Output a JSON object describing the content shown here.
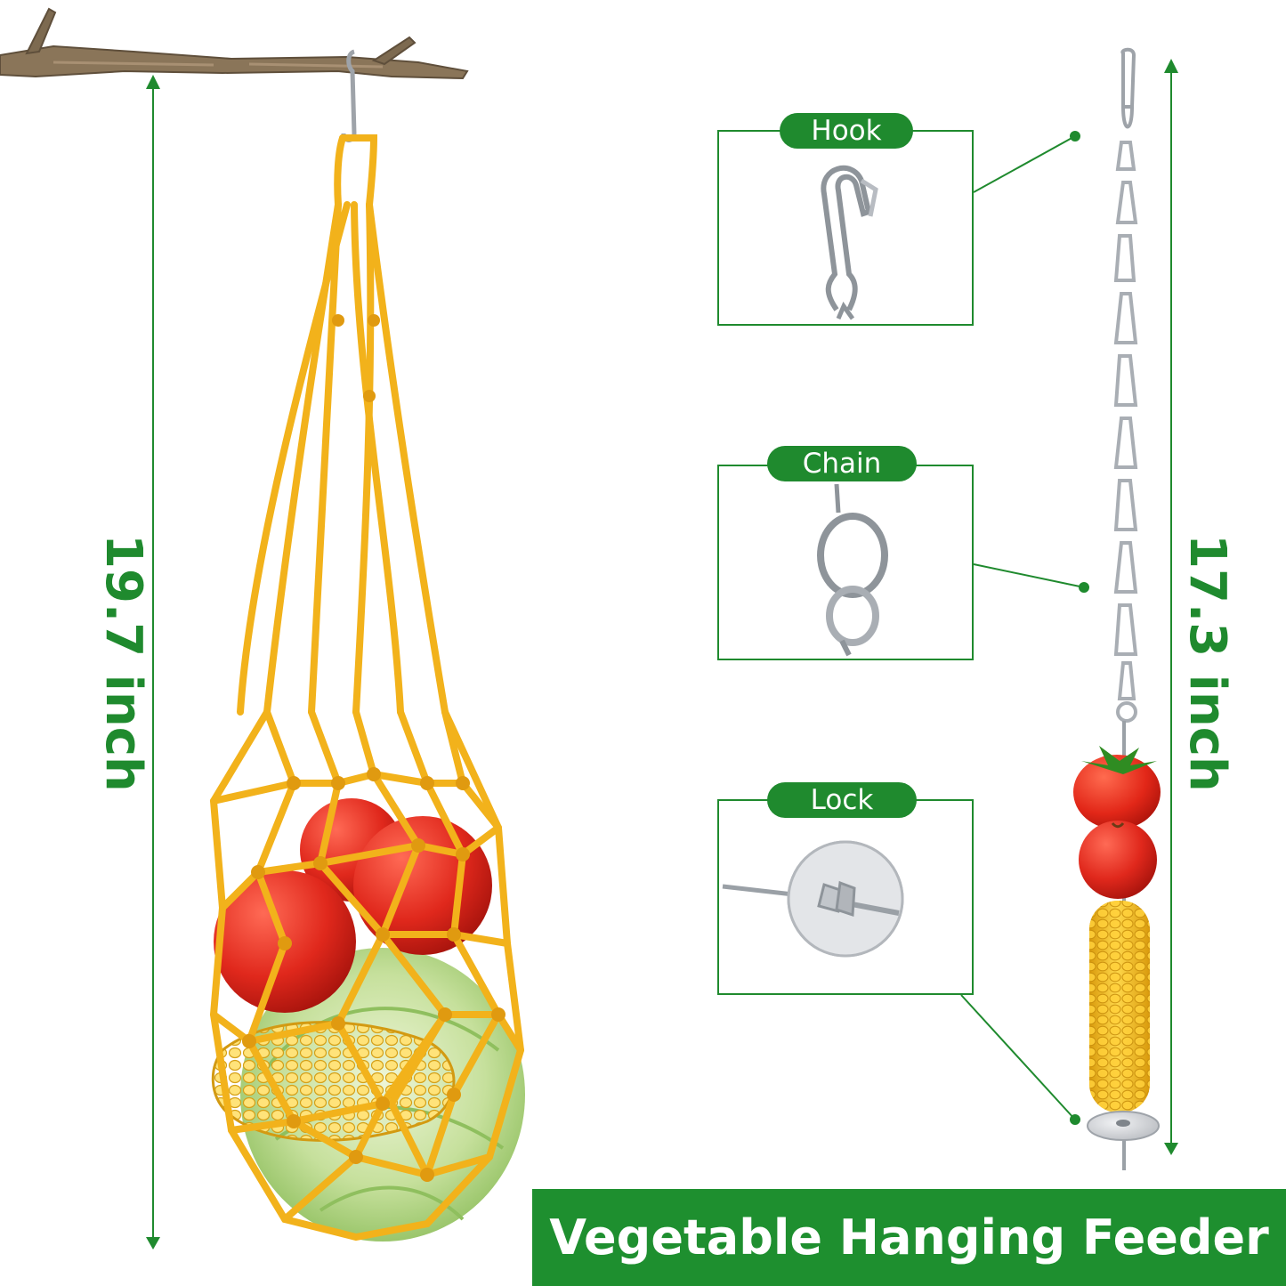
{
  "callouts": {
    "hook": {
      "label": "Hook"
    },
    "chain": {
      "label": "Chain"
    },
    "lock": {
      "label": "Lock"
    }
  },
  "dimensions": {
    "net_length": "19.7 inch",
    "skewer_length": "17.3 inch"
  },
  "banner": {
    "title": "Vegetable Hanging Feeder"
  },
  "colors": {
    "accent_green": "#1f8a2e",
    "net_yellow": "#f2b21b",
    "tomato_red": "#e0281c",
    "corn_yellow": "#f6c21a",
    "cabbage_green": "#b7d98a",
    "steel": "#b8bcc2",
    "branch_brown": "#8a7559"
  },
  "icons": [
    "branch",
    "s-hook",
    "rope-net",
    "apple",
    "corn-cob",
    "cabbage",
    "snap-hook",
    "chain-link",
    "wing-nut",
    "washer",
    "tomato",
    "skewer"
  ]
}
